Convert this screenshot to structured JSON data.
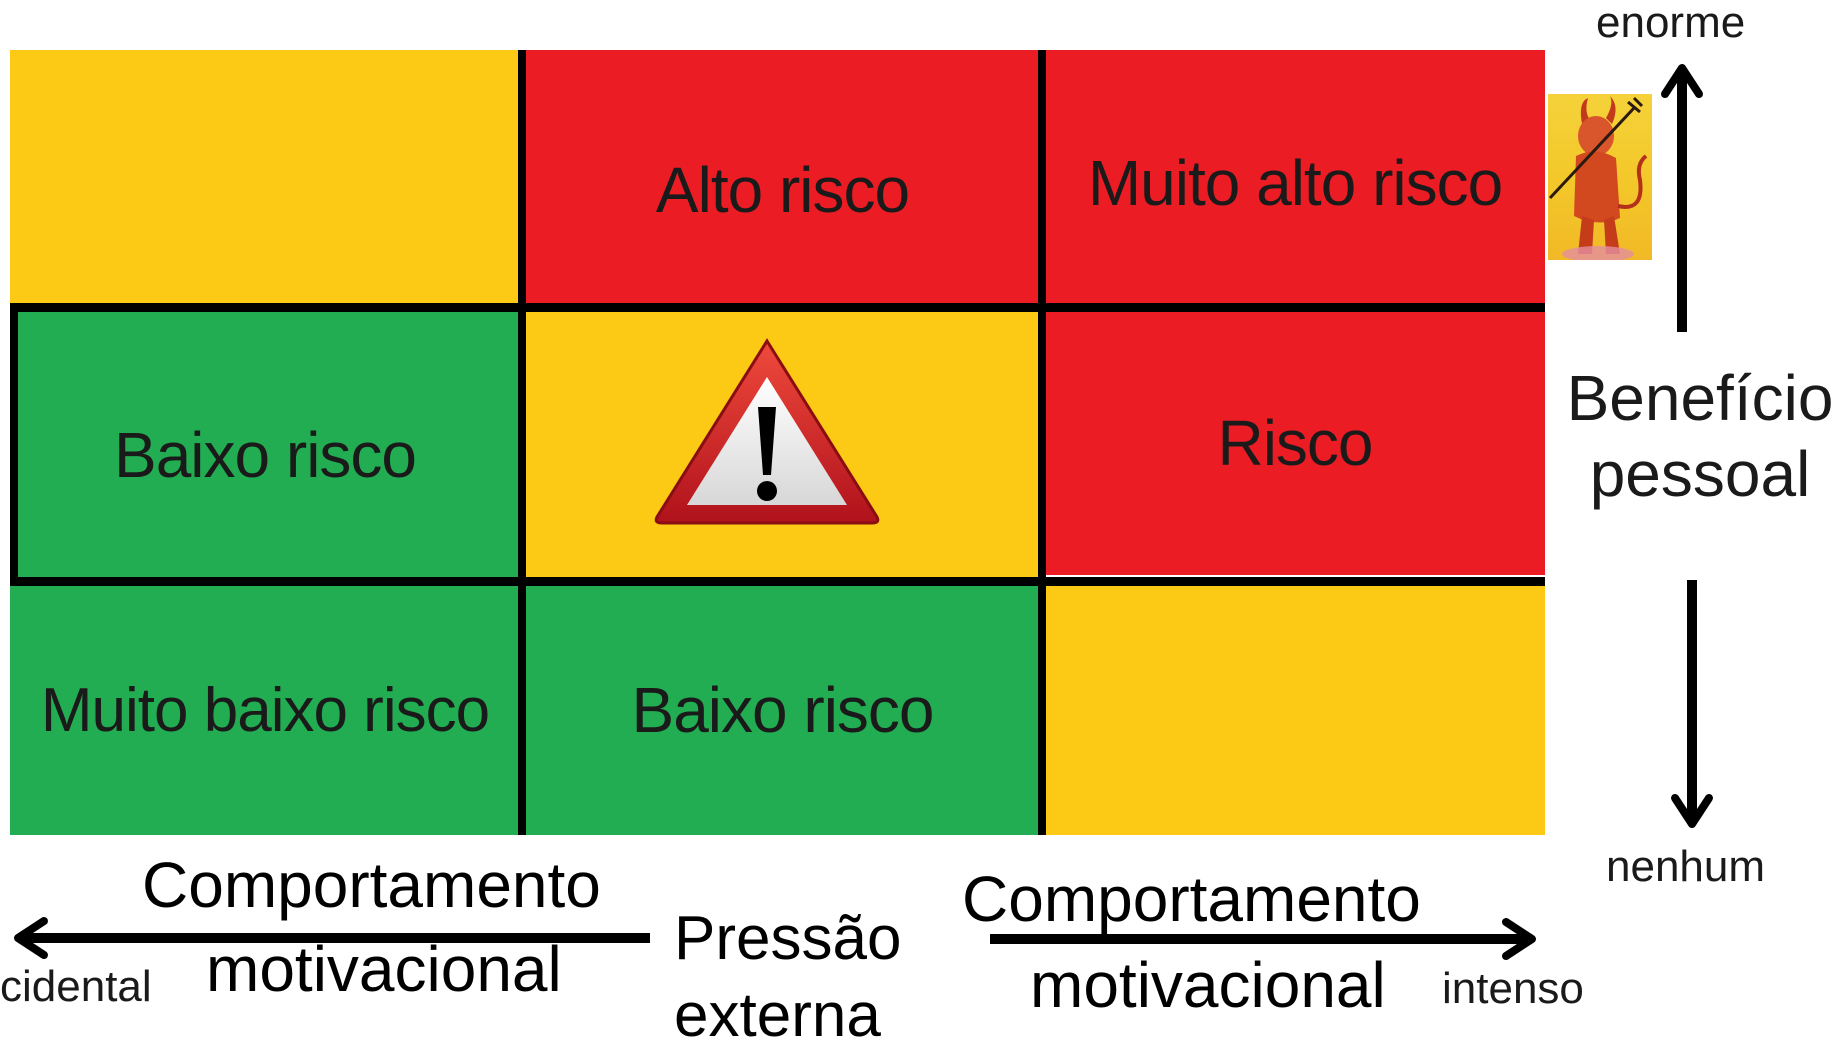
{
  "matrix": {
    "cells": {
      "r1c1": "",
      "r1c2": "Alto risco",
      "r1c3": "Muito alto risco",
      "r2c1": "Baixo risco",
      "r2c2": "",
      "r2c3": "Risco",
      "r3c1": "Muito baixo risco",
      "r3c2": "Baixo risco",
      "r3c3": ""
    },
    "colors": {
      "yellow": "#fcc914",
      "red": "#eb1c24",
      "green": "#22ad52"
    },
    "center_icon": "warning-triangle-icon"
  },
  "right_axis": {
    "top_label": "enorme",
    "label_line1": "Benefício",
    "label_line2": "pessoal",
    "bottom_label": "nenhum",
    "icon": "devil-figure-icon"
  },
  "bottom_axis": {
    "left_line1": "Comportamento",
    "left_line2": "motivacional",
    "left_end": "cidental",
    "center_line1": "Pressão",
    "center_line2": "externa",
    "right_line1": "Comportamento",
    "right_line2": "motivacional",
    "right_end": "intenso"
  }
}
